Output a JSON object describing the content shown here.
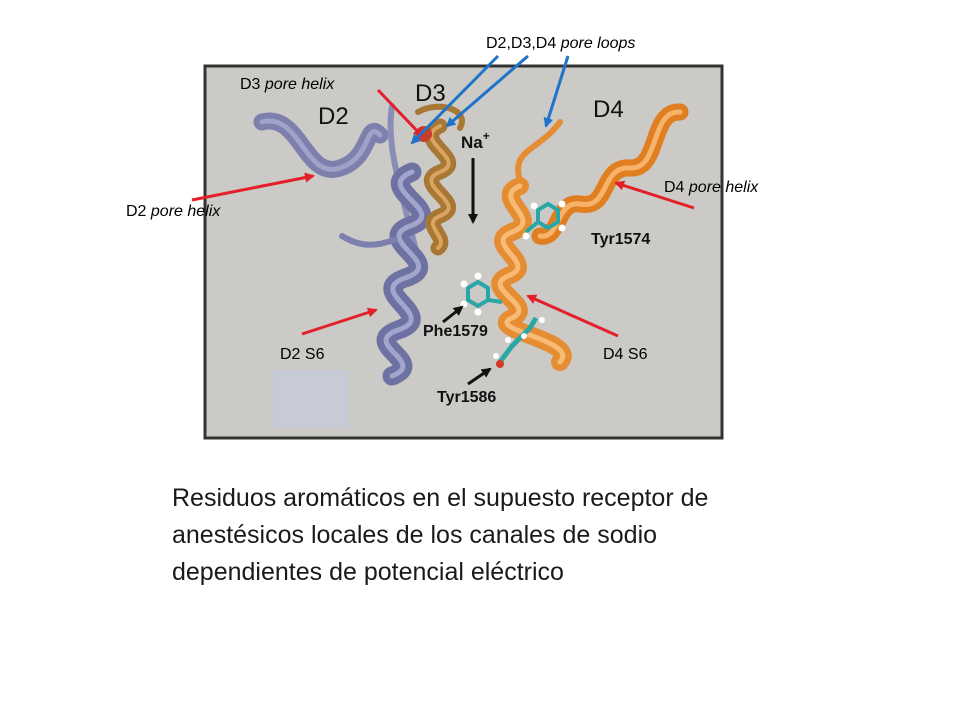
{
  "figure": {
    "domain_labels": {
      "d2": "D2",
      "d3": "D3",
      "d4": "D4"
    },
    "ion_label": "Na",
    "ion_charge": "+",
    "residues": {
      "tyr1574": "Tyr1574",
      "phe1579": "Phe1579",
      "tyr1586": "Tyr1586"
    }
  },
  "annotations": {
    "pore_loops": {
      "prefix": "D2,D3,D4 ",
      "italic": "pore loops"
    },
    "d3_pore_helix": {
      "prefix": "D3 ",
      "italic": "pore helix"
    },
    "d2_pore_helix": {
      "prefix": "D2 ",
      "italic": "pore helix"
    },
    "d4_pore_helix": {
      "prefix": "D4 ",
      "italic": "pore helix"
    },
    "d2_s6": "D2 S6",
    "d4_s6": "D4 S6"
  },
  "caption": "Residuos aromáticos en el supuesto receptor de anestésicos locales de los canales de sodio dependientes de potencial eléctrico",
  "colors": {
    "panel_bg": "#cbcac6",
    "panel_border": "#333333",
    "d2_helix": "#7d80ad",
    "d3_helix": "#a87733",
    "d4_helix": "#e58d32",
    "red_arrow": "#e3202a",
    "blue_arrow": "#1f74c9"
  }
}
